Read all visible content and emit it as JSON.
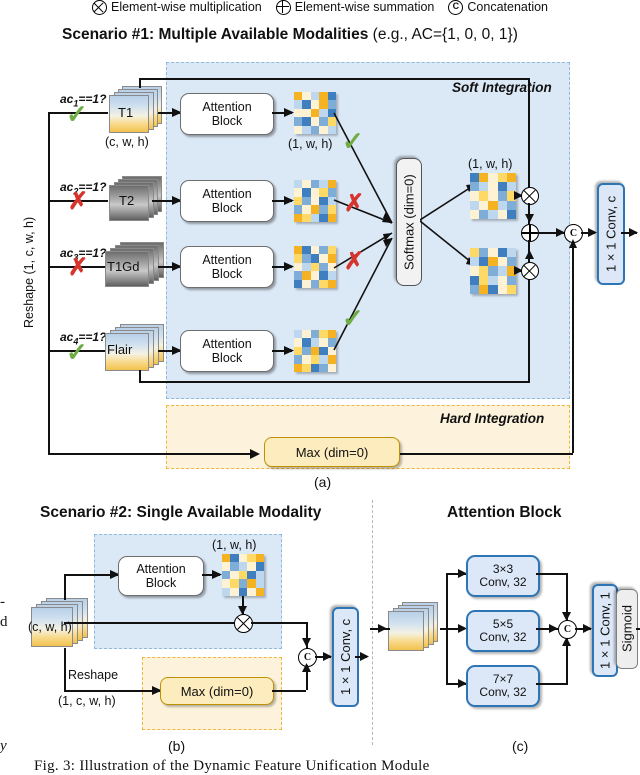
{
  "legend": {
    "items": [
      {
        "icon": "circled-times-icon",
        "label": "Element-wise multiplication"
      },
      {
        "icon": "circled-plus-icon",
        "label": "Element-wise summation"
      },
      {
        "icon": "circled-c-icon",
        "label": "Concatenation"
      }
    ]
  },
  "panel_a": {
    "title_bold": "Scenario #1: Multiple Available Modalities",
    "title_light": "(e.g., AC={1, 0, 0, 1})",
    "panel_label": "(a)",
    "reshape_label": "Reshape (1, c, w, h)",
    "soft_region_label": "Soft Integration",
    "hard_region_label": "Hard Integration",
    "input_shape_label": "(c, w, h)",
    "attention_label_line1": "Attention",
    "attention_label_line2": "Block",
    "attn_map_shape": "(1, w, h)",
    "weighted_map_shape": "(1, w, h)",
    "softmax_label": "Softmax (dim=0)",
    "max_label": "Max (dim=0)",
    "conv_label": "1×1 Conv, c",
    "branches": [
      {
        "cond": "ac",
        "sub": "1",
        "cond_tail": "==1?",
        "modality": "T1",
        "available": true,
        "mark": "check"
      },
      {
        "cond": "ac",
        "sub": "2",
        "cond_tail": "==1?",
        "modality": "T2",
        "available": false,
        "mark": "cross"
      },
      {
        "cond": "ac",
        "sub": "3",
        "cond_tail": "==1?",
        "modality": "T1Gd",
        "available": false,
        "mark": "cross"
      },
      {
        "cond": "ac",
        "sub": "4",
        "cond_tail": "==1?",
        "modality": "Flair",
        "available": true,
        "mark": "check"
      }
    ]
  },
  "panel_b": {
    "title": "Scenario #2: Single Available Modality",
    "panel_label": "(b)",
    "input_shape_label": "(c, w, h)",
    "attention_label_line1": "Attention",
    "attention_label_line2": "Block",
    "attn_map_shape": "(1, w, h)",
    "reshape_label": "Reshape",
    "reshape_shape": "(1, c, w, h)",
    "max_label": "Max (dim=0)",
    "conv_label": "1×1 Conv, c"
  },
  "panel_c": {
    "title": "Attention Block",
    "panel_label": "(c)",
    "convs": [
      {
        "line1": "3×3",
        "line2": "Conv, 32"
      },
      {
        "line1": "5×5",
        "line2": "Conv, 32"
      },
      {
        "line1": "7×7",
        "line2": "Conv, 32"
      }
    ],
    "out_conv_label": "1×1 Conv, 1",
    "sigmoid_label": "Sigmoid"
  },
  "caption": "Fig. 3: Illustration of the Dynamic Feature Unification Module",
  "side_text": {
    "line1": "-",
    "line2": "d",
    "line3": "y"
  },
  "colors": {
    "soft_fill": "#dbe8f6",
    "soft_border": "#8fb8dd",
    "hard_fill": "#fdf3dc",
    "hard_border": "#f0b73e",
    "conv_fill": "#dce8f7",
    "conv_border": "#2e75b6",
    "max_fill": "#fdedbe",
    "max_border": "#bf9000",
    "check": "#70ad47",
    "cross": "#d6342c"
  },
  "fmaps": {
    "palette": {
      "o": "#f5b323",
      "y": "#ffd966",
      "c": "#fdf3d4",
      "w": "#ffffff",
      "l": "#bcd7ee",
      "m": "#7eaed8",
      "b": "#3f7fbf",
      "d": "#2d5f96"
    },
    "m1": [
      "o",
      "c",
      "l",
      "o",
      "b",
      "l",
      "b",
      "c",
      "o",
      "m",
      "c",
      "c",
      "o",
      "l",
      "b",
      "m",
      "b",
      "c",
      "m",
      "y",
      "c",
      "l",
      "m",
      "c",
      "l"
    ],
    "m2": [
      "l",
      "c",
      "m",
      "l",
      "o",
      "c",
      "b",
      "c",
      "y",
      "m",
      "y",
      "m",
      "c",
      "b",
      "l",
      "m",
      "c",
      "o",
      "m",
      "y",
      "o",
      "y",
      "l",
      "b",
      "o"
    ],
    "m3": [
      "o",
      "b",
      "c",
      "m",
      "y",
      "y",
      "m",
      "b",
      "c",
      "o",
      "c",
      "l",
      "y",
      "m",
      "c",
      "m",
      "o",
      "c",
      "b",
      "l",
      "b",
      "c",
      "m",
      "y",
      "o"
    ],
    "m4": [
      "l",
      "c",
      "m",
      "y",
      "o",
      "c",
      "b",
      "l",
      "c",
      "m",
      "y",
      "m",
      "o",
      "b",
      "c",
      "m",
      "c",
      "y",
      "l",
      "o",
      "o",
      "y",
      "b",
      "m",
      "c"
    ],
    "w1": [
      "b",
      "o",
      "c",
      "y",
      "o",
      "m",
      "l",
      "c",
      "b",
      "l",
      "c",
      "y",
      "c",
      "m",
      "y",
      "l",
      "c",
      "o",
      "l",
      "m",
      "c",
      "m",
      "l",
      "c",
      "b"
    ],
    "w2": [
      "y",
      "m",
      "c",
      "b",
      "l",
      "l",
      "b",
      "o",
      "c",
      "m",
      "c",
      "y",
      "m",
      "l",
      "o",
      "b",
      "y",
      "l",
      "c",
      "m",
      "m",
      "o",
      "b",
      "c",
      "y"
    ],
    "mb": [
      "o",
      "b",
      "c",
      "y",
      "o",
      "c",
      "m",
      "l",
      "c",
      "b",
      "m",
      "c",
      "y",
      "b",
      "l",
      "c",
      "y",
      "m",
      "o",
      "l",
      "l",
      "c",
      "b",
      "c",
      "o"
    ]
  }
}
